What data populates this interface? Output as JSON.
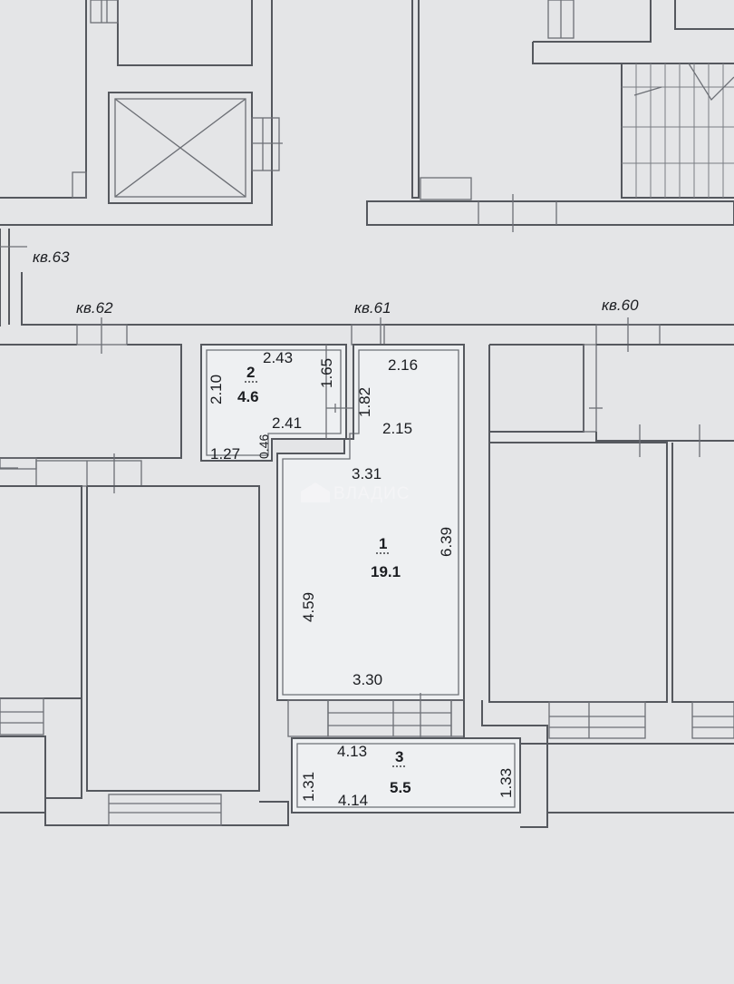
{
  "apartments": {
    "apt63": "кв.63",
    "apt62": "кв.62",
    "apt61": "кв.61",
    "apt60": "кв.60"
  },
  "rooms": {
    "room1": {
      "number": "1",
      "area": "19.1"
    },
    "room2": {
      "number": "2",
      "area": "4.6"
    },
    "room3": {
      "number": "3",
      "area": "5.5"
    }
  },
  "dimensions": {
    "d_2_43": "2.43",
    "d_2_10": "2.10",
    "d_1_65": "1.65",
    "d_1_82": "1.82",
    "d_2_16": "2.16",
    "d_2_41": "2.41",
    "d_0_46": "0.46",
    "d_1_27": "1.27",
    "d_2_15": "2.15",
    "d_3_31": "3.31",
    "d_6_39": "6.39",
    "d_4_59": "4.59",
    "d_3_30": "3.30",
    "d_4_13": "4.13",
    "d_4_14": "4.14",
    "d_1_31": "1.31",
    "d_1_33": "1.33"
  },
  "watermark": "ВЛАДИС",
  "colors": {
    "paper": "#e4e5e7",
    "line": "#55585e",
    "text": "#1b1d21"
  }
}
